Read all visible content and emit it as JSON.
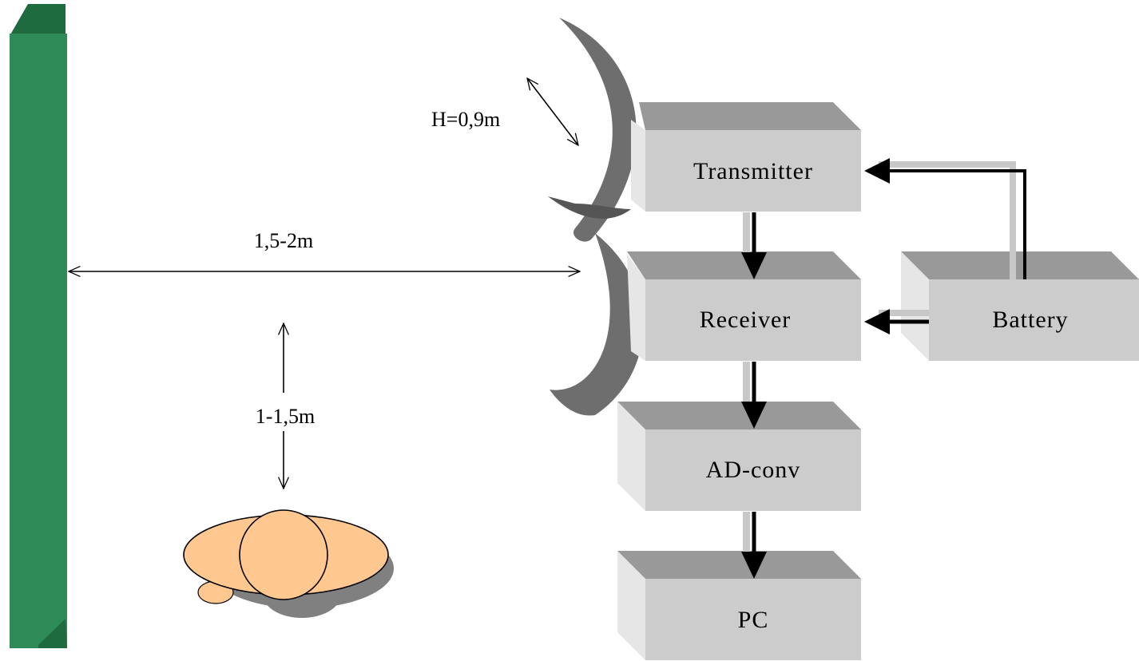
{
  "labels": {
    "height": "H=0,9m",
    "distance_wall": "1,5-2m",
    "distance_person": "1-1,5m"
  },
  "blocks": {
    "transmitter": "Transmitter",
    "receiver": "Receiver",
    "battery": "Battery",
    "ad_conv": "AD-conv",
    "pc": "PC"
  },
  "colors": {
    "wall": "#2e8a57",
    "wall_dark": "#1f6b40",
    "box_front": "#cccccc",
    "box_top": "#999999",
    "box_side": "#e6e6e6",
    "antenna": "#6e6e6e",
    "person": "#ffc891",
    "shadow": "#808080"
  }
}
